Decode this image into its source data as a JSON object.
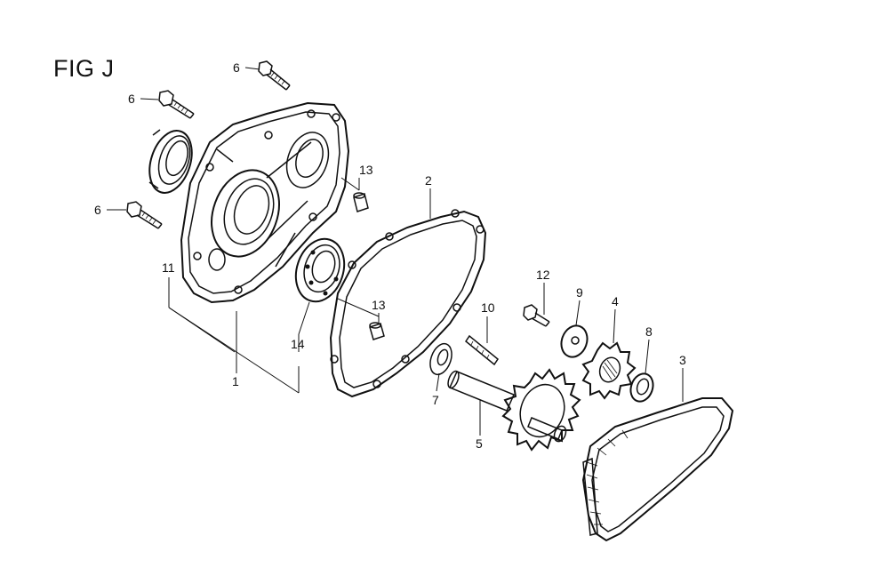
{
  "figure": {
    "title": "FIG J"
  },
  "callouts": {
    "c1": "1",
    "c2": "2",
    "c3": "3",
    "c4": "4",
    "c5": "5",
    "c6a": "6",
    "c6b": "6",
    "c6c": "6",
    "c7": "7",
    "c8": "8",
    "c9": "9",
    "c10": "10",
    "c11": "11",
    "c12": "12",
    "c13a": "13",
    "c13b": "13",
    "c14": "14"
  }
}
